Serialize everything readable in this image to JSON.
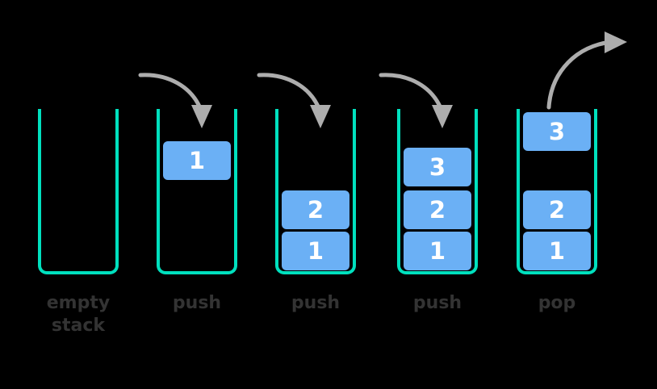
{
  "figure": {
    "title": "stack push and pop operations",
    "background_color": "#000000"
  },
  "colors": {
    "container_border": "#00e0be",
    "box_fill": "#6bb0f5",
    "box_text": "#ffffff",
    "label_text": "#333333",
    "arrow": "#adadad"
  },
  "stacks": [
    {
      "id": "stack-1",
      "caption": "empty\nstack",
      "operation": "none",
      "items": [],
      "has_arrow": false,
      "arrow_direction": ""
    },
    {
      "id": "stack-2",
      "caption": "push",
      "operation": "push",
      "items": [
        "1"
      ],
      "has_arrow": true,
      "arrow_direction": "in"
    },
    {
      "id": "stack-3",
      "caption": "push",
      "operation": "push",
      "items": [
        "2",
        "1"
      ],
      "has_arrow": true,
      "arrow_direction": "in"
    },
    {
      "id": "stack-4",
      "caption": "push",
      "operation": "push",
      "items": [
        "3",
        "2",
        "1"
      ],
      "has_arrow": true,
      "arrow_direction": "in"
    },
    {
      "id": "stack-5",
      "caption": "pop",
      "operation": "pop",
      "items": [
        "3",
        "2",
        "1"
      ],
      "popped_item": "3",
      "has_arrow": true,
      "arrow_direction": "out"
    }
  ]
}
